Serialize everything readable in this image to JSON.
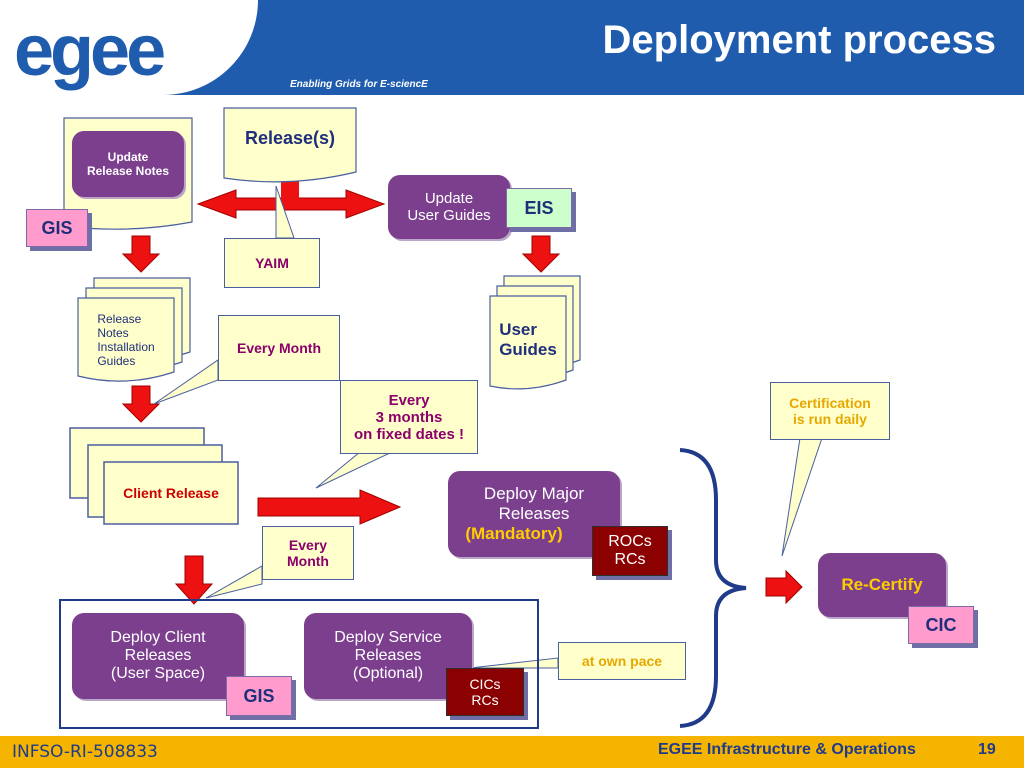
{
  "header": {
    "title": "Deployment process",
    "tagline": "Enabling Grids for E-sciencE",
    "logo_text": "egee"
  },
  "footer": {
    "project_id": "INFSO-RI-508833",
    "section": "EGEE Infrastructure & Operations",
    "page_number": "19"
  },
  "nodes": {
    "update_release_notes": "Update\nRelease Notes",
    "releases": "Release(s)",
    "update_user_guides": "Update\nUser Guides",
    "release_notes_guides": "Release\nNotes\nInstallation\nGuides",
    "user_guides": "User\nGuides",
    "client_release": "Client Release",
    "deploy_major": "Deploy  Major\nReleases",
    "deploy_major_mandatory": "(Mandatory)",
    "deploy_client": "Deploy Client\nReleases\n(User Space)",
    "deploy_service": "Deploy  Service\nReleases\n(Optional)",
    "re_certify": "Re-Certify"
  },
  "tags": {
    "gis_top": "GIS",
    "eis": "EIS",
    "rocs_rcs": "ROCs\nRCs",
    "gis_bottom": "GIS",
    "cics_rcs": "CICs\nRCs",
    "cic": "CIC"
  },
  "callouts": {
    "yaim": "YAIM",
    "every_month_1": "Every Month",
    "every_3_months": "Every\n3 months\non fixed dates !",
    "every_month_2": "Every\nMonth",
    "certification": "Certification\nis run daily",
    "own_pace": "at own pace"
  },
  "colors": {
    "header_blue": "#1f5cae",
    "footer_gold": "#f5b400",
    "node_purple": "#7b3f8e",
    "arrow_red": "#ee1111",
    "callout_yellow": "#ffffcc"
  }
}
